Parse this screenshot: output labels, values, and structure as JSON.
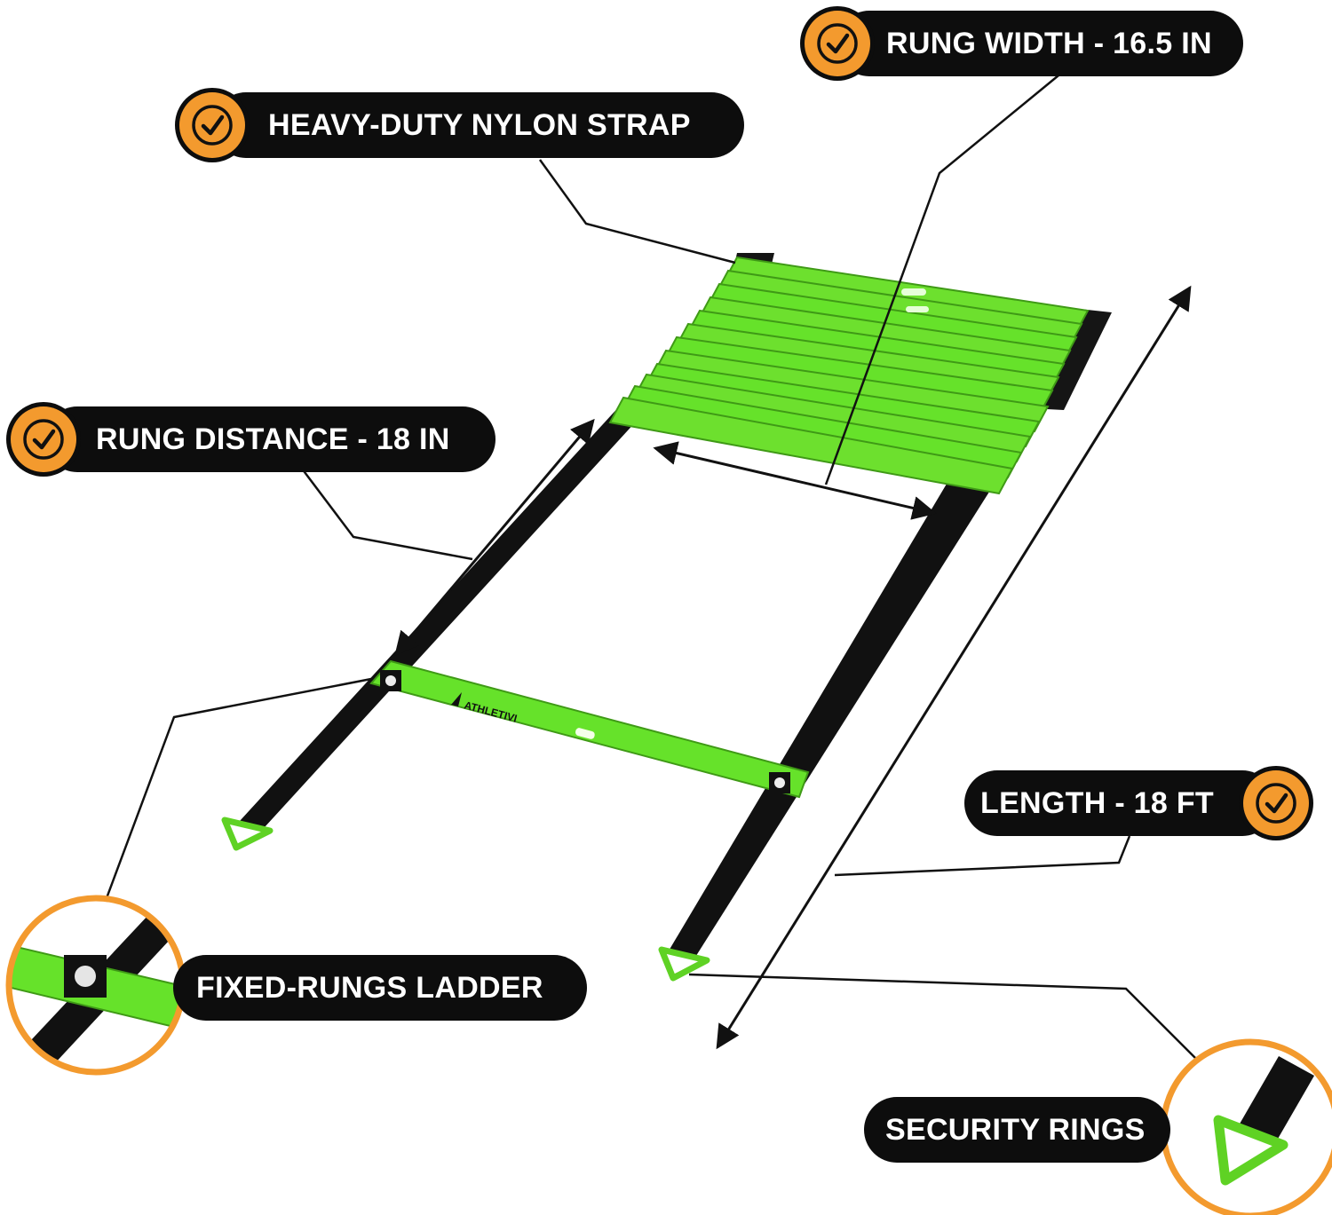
{
  "labels": {
    "nylon_strap": "HEAVY-DUTY NYLON STRAP",
    "rung_width": "RUNG WIDTH - 16.5 IN",
    "rung_distance": "RUNG DISTANCE - 18 IN",
    "length": "LENGTH - 18 FT",
    "fixed_rungs": "FIXED-RUNGS LADDER",
    "security_rings": "SECURITY RINGS"
  },
  "brand": {
    "name": "ATHLETIVI"
  },
  "icons": {
    "badge": "check-circle-icon",
    "ring": "triangle-ring-icon"
  },
  "colors": {
    "rung_green": "#66e22a",
    "strap_black": "#111111",
    "badge_orange": "#f39a2e",
    "label_bg": "#0d0d0d",
    "label_text": "#ffffff"
  }
}
